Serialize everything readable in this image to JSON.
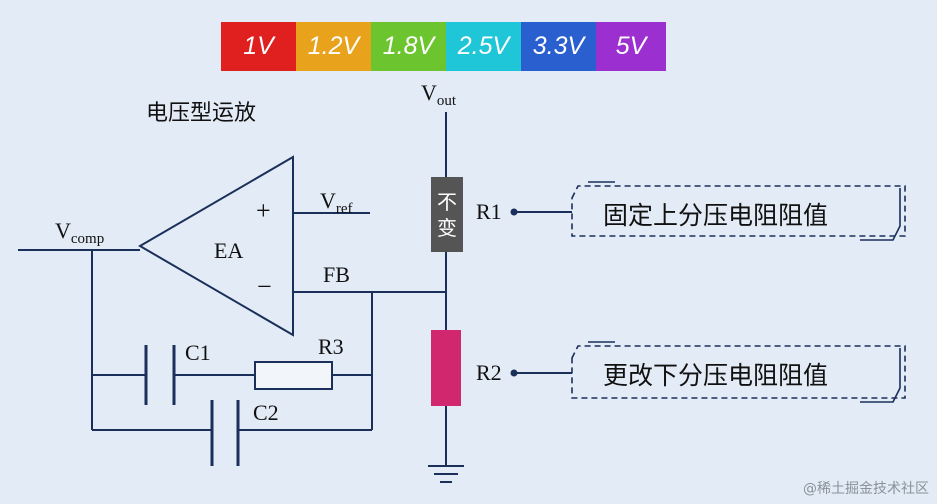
{
  "voltages": [
    {
      "label": "1V",
      "color": "#e0201f"
    },
    {
      "label": "1.2V",
      "color": "#e8a21c"
    },
    {
      "label": "1.8V",
      "color": "#6cc52f"
    },
    {
      "label": "2.5V",
      "color": "#1ec6d8"
    },
    {
      "label": "3.3V",
      "color": "#2a5fcf"
    },
    {
      "label": "5V",
      "color": "#9c2fd0"
    }
  ],
  "title": "电压型运放",
  "vout": {
    "main": "V",
    "sub": "out"
  },
  "vref": {
    "main": "V",
    "sub": "ref"
  },
  "vcomp": {
    "main": "V",
    "sub": "comp"
  },
  "amp": {
    "name": "EA",
    "plus": "+",
    "minus": "−"
  },
  "fb": "FB",
  "c1": "C1",
  "c2": "C2",
  "r3": "R3",
  "r1": {
    "label": "R1",
    "tag_line1": "不",
    "tag_line2": "变",
    "note": "固定上分压电阻阻值"
  },
  "r2": {
    "label": "R2",
    "note": "更改下分压电阻阻值",
    "color": "#d0276e"
  },
  "watermark": "@稀土掘金技术社区"
}
